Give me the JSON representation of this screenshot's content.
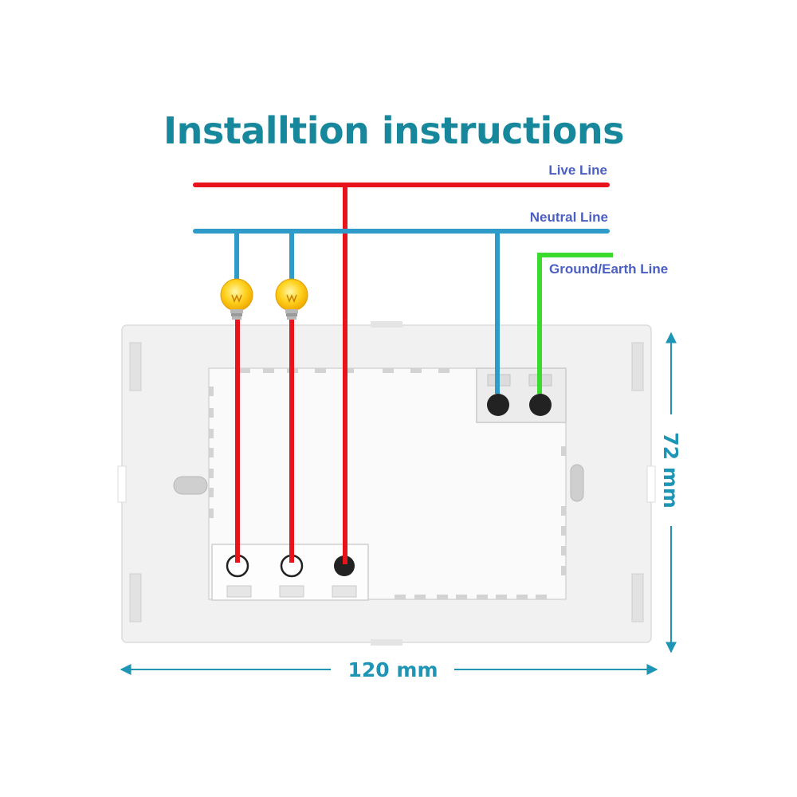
{
  "title": "Installtion instructions",
  "wires": {
    "live": {
      "label": "Live Line",
      "color": "#e8131b"
    },
    "neutral": {
      "label": "Neutral Line",
      "color": "#2f9bc9"
    },
    "ground": {
      "label": "Ground/Earth Line",
      "color": "#3adb2e"
    }
  },
  "dimensions": {
    "width": "120 mm",
    "height": "72 mm",
    "color": "#1e95b4"
  },
  "bulb": {
    "color": "#ffd21f"
  },
  "device": {
    "face_color": "#f1f1f1",
    "module_color": "#fafafa"
  }
}
